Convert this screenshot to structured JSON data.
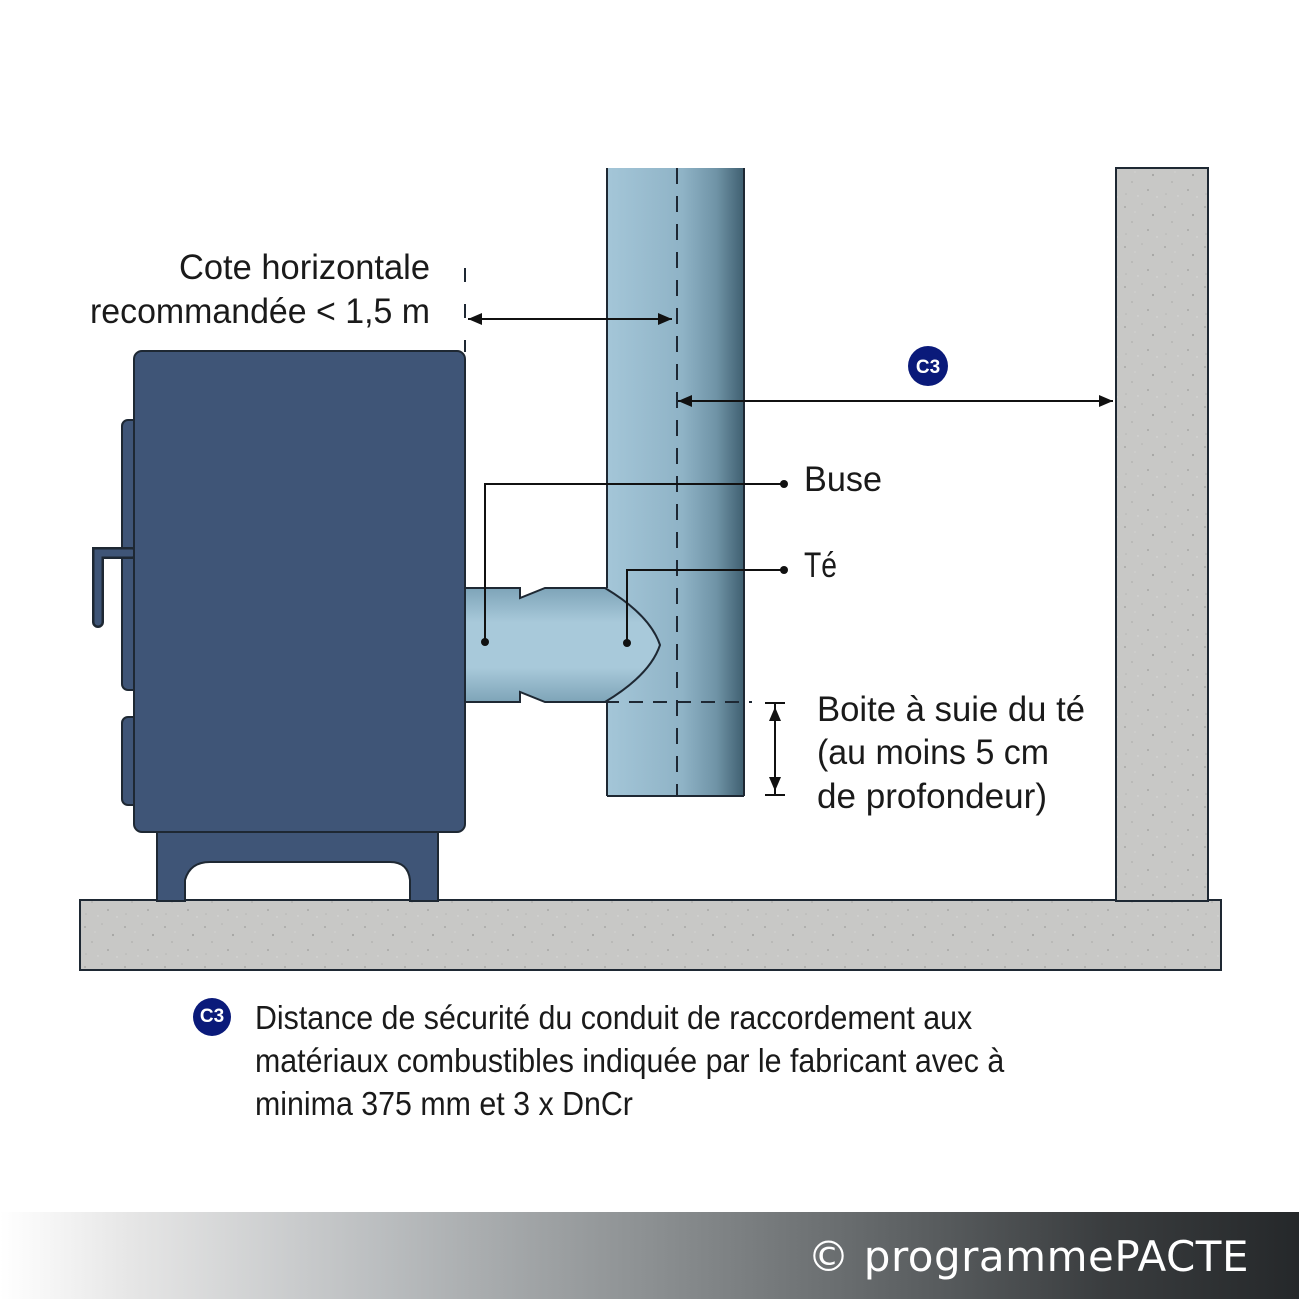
{
  "labels": {
    "cote_line1": "Cote horizontale",
    "cote_line2": "recommandée < 1,5 m",
    "c3_badge": "C3",
    "buse": "Buse",
    "te": "Té",
    "boite_line1": "Boite à suie du té",
    "boite_line2": "(au moins 5 cm",
    "boite_line3": "de profondeur)"
  },
  "caption": {
    "badge": "C3",
    "text": "Distance de sécurité du conduit de raccordement aux matériaux combustibles indiquée par le fabricant avec à minima 375 mm et 3 x DnCr"
  },
  "footer": {
    "copyright": "© programmePACTE"
  },
  "colors": {
    "stove": "#3f5577",
    "pipe": "#8fb3c6",
    "concrete": "#c8c8c6",
    "badge": "#0a1a7a",
    "outline": "#1e2833"
  }
}
